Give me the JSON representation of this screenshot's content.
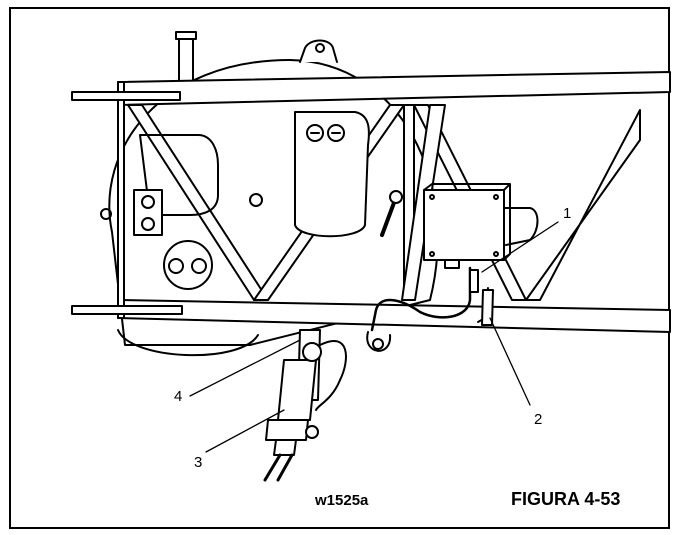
{
  "figure": {
    "code": "w1525a",
    "caption": "FIGURA 4-53",
    "callouts": [
      "1",
      "2",
      "3",
      "4"
    ]
  },
  "colors": {
    "line": "#000000",
    "background": "#ffffff"
  }
}
